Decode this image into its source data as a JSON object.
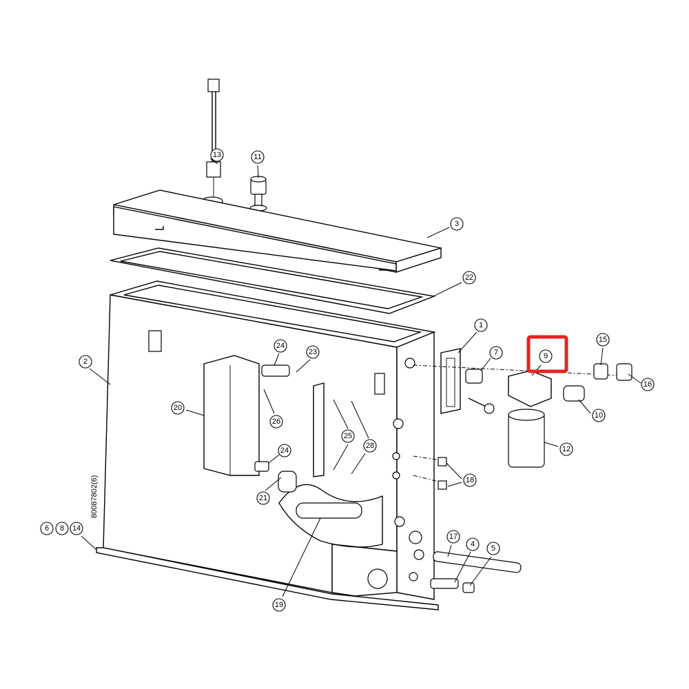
{
  "diagram": {
    "title_code": "80087802(6)",
    "highlighted_callout": "9",
    "highlight_color": "#e8221f",
    "callouts": [
      "13",
      "11",
      "3",
      "22",
      "2",
      "20",
      "24",
      "23",
      "26",
      "24",
      "21",
      "25",
      "28",
      "1",
      "7",
      "9",
      "15",
      "16",
      "10",
      "12",
      "18",
      "17",
      "4",
      "5",
      "19",
      "6",
      "8",
      "14"
    ]
  }
}
